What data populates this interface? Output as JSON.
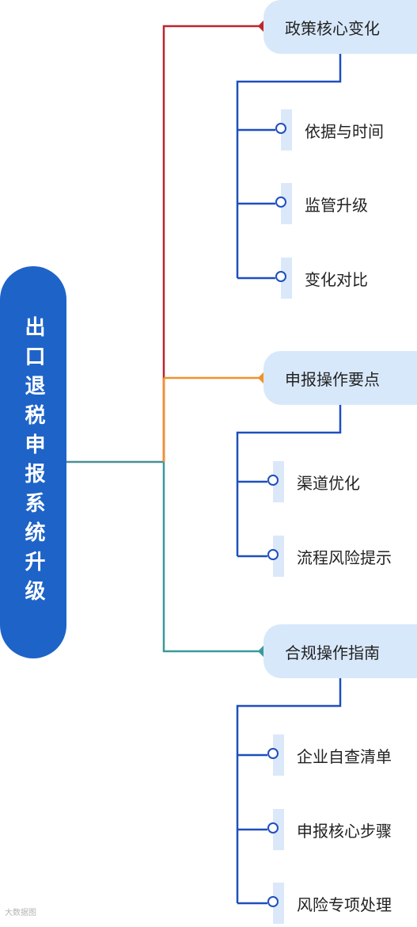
{
  "root": {
    "title": "出口退税申报系统升级"
  },
  "branches": [
    {
      "title": "政策核心变化",
      "color": "#c0242b",
      "leaves": [
        "依据与时间",
        "监管升级",
        "变化对比"
      ]
    },
    {
      "title": "申报操作要点",
      "color": "#f0922a",
      "leaves": [
        "渠道优化",
        "流程风险提示"
      ]
    },
    {
      "title": "合规操作指南",
      "color": "#3a9a9a",
      "leaves": [
        "企业自查清单",
        "申报核心步骤",
        "风险专项处理"
      ]
    }
  ],
  "colors": {
    "root_fill": "#1e63c8",
    "root_connector": "#4a8f96",
    "branch_fill": "#d8e8fb",
    "leaf_line": "#1e4fbf",
    "leaf_marker": "#dbe8fa"
  },
  "watermark": "大数据图"
}
